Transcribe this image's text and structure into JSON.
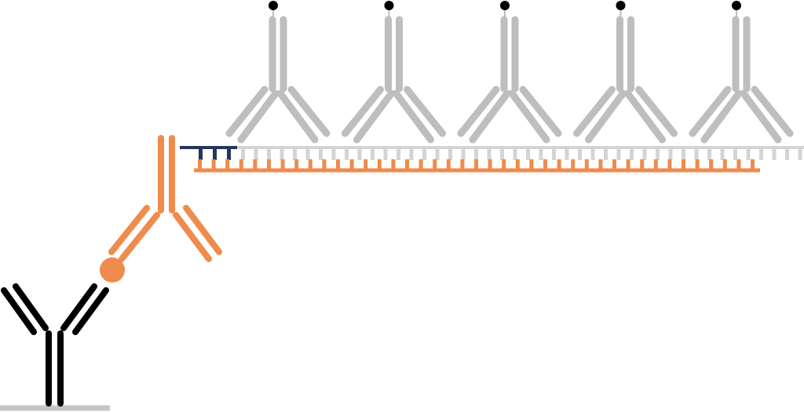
{
  "colors": {
    "background": "#ffffff",
    "capture_antibody": "#000000",
    "surface": "#c6c6c6",
    "detection_antibody": "#ef8b4c",
    "oligo_anchor": "#24365f",
    "template_strand": "#ef8b4c",
    "amplified_strand": "#d4d4d4",
    "detector_antibody": "#bebebe",
    "label_dot": "#000000"
  },
  "capture_antibody": {
    "icon": "y-antibody-icon",
    "color_key": "capture_antibody"
  },
  "surface": {
    "icon": "surface-line"
  },
  "detection_antibody": {
    "icon": "y-antibody-icon",
    "has_bound_antigen": true,
    "color_key": "detection_antibody"
  },
  "template_strand": {
    "tooth_count": 41
  },
  "amplified_strand": {
    "tooth_count": 44
  },
  "oligo_anchor": {
    "tooth_count": 3
  },
  "detector_antibodies": [
    {
      "icon": "y-antibody-icon",
      "labeled": true
    },
    {
      "icon": "y-antibody-icon",
      "labeled": true
    },
    {
      "icon": "y-antibody-icon",
      "labeled": true
    },
    {
      "icon": "y-antibody-icon",
      "labeled": true
    },
    {
      "icon": "y-antibody-icon",
      "labeled": true
    }
  ]
}
